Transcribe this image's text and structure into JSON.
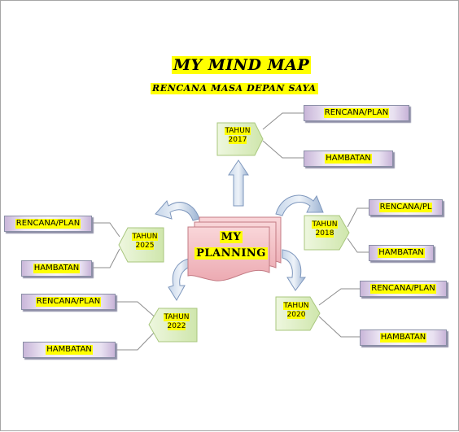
{
  "title": "MY MIND MAP",
  "subtitle": "RENCANA MASA DEPAN SAYA",
  "center": {
    "line1": "MY",
    "line2": "PLANNING"
  },
  "nodes": {
    "n2017": {
      "line1": "TAHUN",
      "line2": "2017",
      "plan": "RENCANA/PLAN",
      "obstacle": "HAMBATAN"
    },
    "n2018": {
      "line1": "TAHUN",
      "line2": "2018",
      "plan": "RENCANA/PL",
      "obstacle": "HAMBATAN"
    },
    "n2020": {
      "line1": "TAHUN",
      "line2": "2020",
      "plan": "RENCANA/PLAN",
      "obstacle": "HAMBATAN"
    },
    "n2022": {
      "line1": "TAHUN",
      "line2": "2022",
      "plan": "RENCANA/PLAN",
      "obstacle": "HAMBATAN"
    },
    "n2025": {
      "line1": "TAHUN",
      "line2": "2025",
      "plan": "RENCANA/PLAN",
      "obstacle": "HAMBATAN"
    }
  },
  "colors": {
    "highlight": "#ffff00",
    "node_fill": "#dff0c4",
    "box_fill": "#ece6f3",
    "center_fill": "#f4c3c8",
    "arrow": "#9fb6d6"
  }
}
